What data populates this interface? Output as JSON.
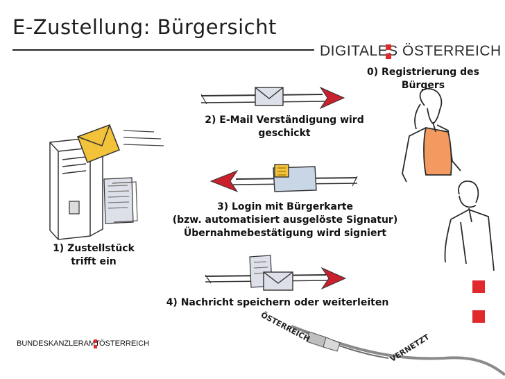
{
  "title": "E-Zustellung: Bürgersicht",
  "brand": {
    "word1": "DIGITALES",
    "word2": "ÖSTERREICH",
    "accent": "#e0292b"
  },
  "steps": {
    "step0": "0) Registrierung des Bürgers",
    "step1": "1) Zustellstück trifft ein",
    "step2": "2) E-Mail Verständigung wird geschickt",
    "step3_line1": "3) Login mit Bürgerkarte",
    "step3_line2": "(bzw. automatisiert ausgelöste Signatur)",
    "step3_line3": "Übernahmebestätigung wird signiert",
    "step4": "4) Nachricht speichern oder weiterleiten"
  },
  "footer": {
    "word1": "BUNDESKANZLERAMT",
    "word2": "ÖSTERREICH"
  },
  "stamps": {
    "stamp1": "ÖSTERREICH",
    "stamp2": "VERNETZT"
  },
  "icons": [
    "server-icon",
    "envelope-icon",
    "document-icon",
    "chip-card-icon",
    "woman-figure-icon",
    "man-figure-icon",
    "usb-cable-icon"
  ]
}
